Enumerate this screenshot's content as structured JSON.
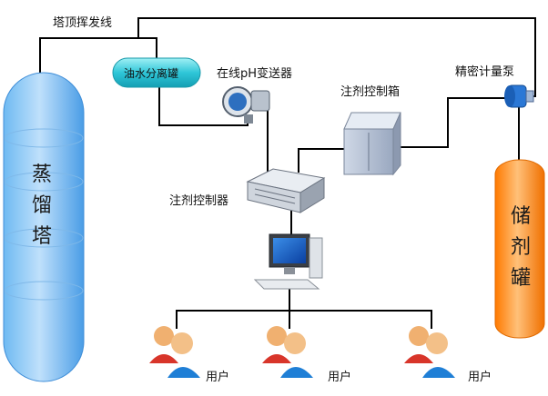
{
  "labels": {
    "overhead_line": "塔顶挥发线",
    "separator": "油水分离罐",
    "ph_transmitter": "在线pH变送器",
    "injection_box": "注剂控制箱",
    "metering_pump": "精密计量泵",
    "controller": "注剂控制器",
    "user_1": "用户",
    "user_2": "用户",
    "user_3": "用户"
  },
  "distillation_tower": [
    "蒸",
    "馏",
    "塔"
  ],
  "storage_tank": [
    "储",
    "剂",
    "罐"
  ],
  "colors": {
    "tower": "#5aaef0",
    "tank": "#ff8c1a",
    "separator": "#2fc6d8",
    "line": "#000000"
  }
}
